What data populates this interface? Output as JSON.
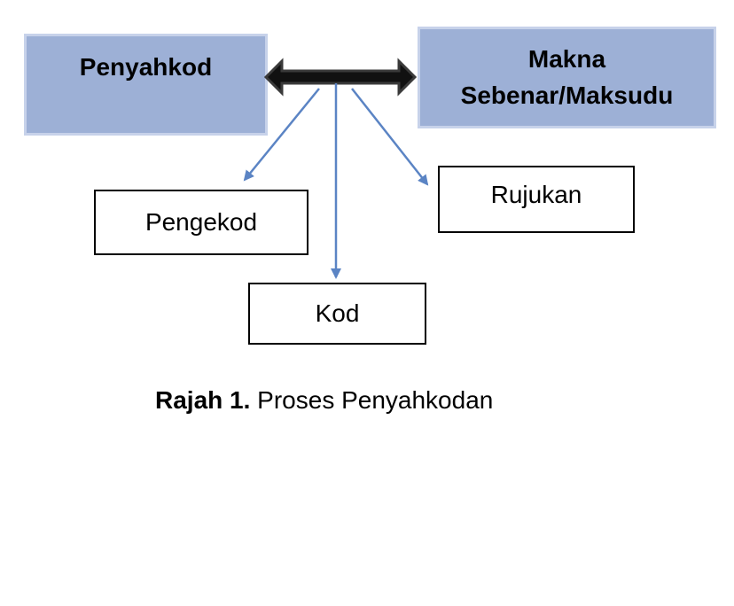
{
  "nodes": {
    "decoder": "Penyahkod",
    "meaning_line1": "Makna",
    "meaning_line2": "Sebenar/Maksudu",
    "encoder": "Pengekod",
    "reference": "Rujukan",
    "code": "Kod"
  },
  "caption": {
    "label": "Rajah 1.",
    "text": "Proses Penyahkodan"
  },
  "colors": {
    "primary_fill": "#9db0d6",
    "primary_border": "#c7d2ea",
    "arrow_blue": "#5b84c4",
    "double_arrow": "#111111"
  }
}
